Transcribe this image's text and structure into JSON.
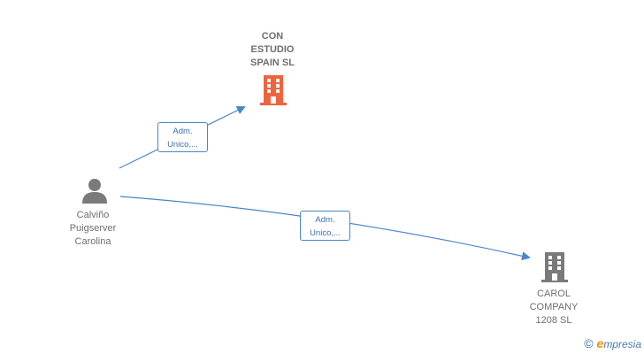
{
  "nodes": {
    "company_top": {
      "lines": [
        "CON",
        "ESTUDIO",
        "SPAIN  SL"
      ],
      "icon": "building-icon",
      "color": "#f0643c"
    },
    "person": {
      "lines": [
        "Calviño",
        "Puigserver",
        "Carolina"
      ],
      "icon": "person-icon",
      "color": "#7a7a7a"
    },
    "company_bottom": {
      "lines": [
        "CAROL",
        "COMPANY",
        "1208  SL"
      ],
      "icon": "building-icon",
      "color": "#7a7a7a"
    }
  },
  "edges": [
    {
      "from": "person",
      "to": "company_top",
      "label": [
        "Adm.",
        "Unico,..."
      ]
    },
    {
      "from": "person",
      "to": "company_bottom",
      "label": [
        "Adm.",
        "Unico,..."
      ]
    }
  ],
  "footer": {
    "copyright": "©",
    "brand_first": "e",
    "brand_rest": "mpresia"
  },
  "colors": {
    "edge": "#4a86c8",
    "label_text": "#6f6f6f"
  }
}
